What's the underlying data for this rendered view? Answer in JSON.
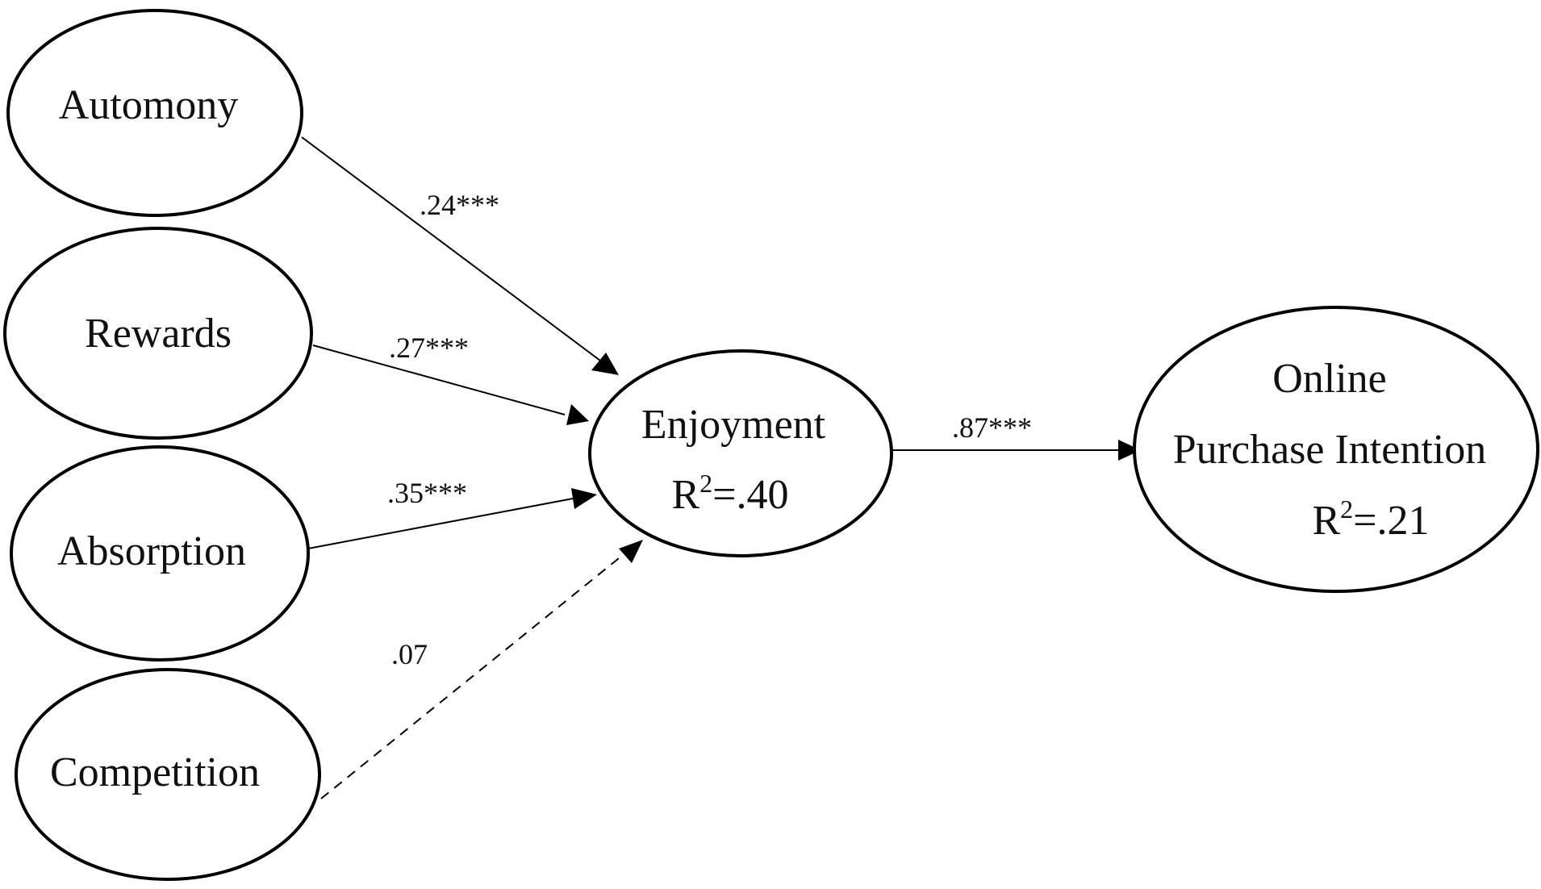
{
  "nodes": {
    "automony": {
      "label": "Automony"
    },
    "rewards": {
      "label": "Rewards"
    },
    "absorption": {
      "label": "Absorption"
    },
    "competition": {
      "label": "Competition"
    },
    "enjoyment": {
      "label": "Enjoyment",
      "r2_prefix": "R",
      "r2_sup": "2",
      "r2_value": "=.40"
    },
    "online_purchase_intention": {
      "label_line1": "Online",
      "label_line2": "Purchase Intention",
      "r2_prefix": "R",
      "r2_sup": "2",
      "r2_value": "=.21"
    }
  },
  "paths": {
    "automony_enjoyment": {
      "coefficient": ".24***",
      "significant": true
    },
    "rewards_enjoyment": {
      "coefficient": ".27***",
      "significant": true
    },
    "absorption_enjoyment": {
      "coefficient": ".35***",
      "significant": true
    },
    "competition_enjoyment": {
      "coefficient": ".07",
      "significant": false
    },
    "enjoyment_purchase": {
      "coefficient": ".87***",
      "significant": true
    }
  },
  "colors": {
    "stroke": "#000000",
    "background": "#ffffff"
  }
}
